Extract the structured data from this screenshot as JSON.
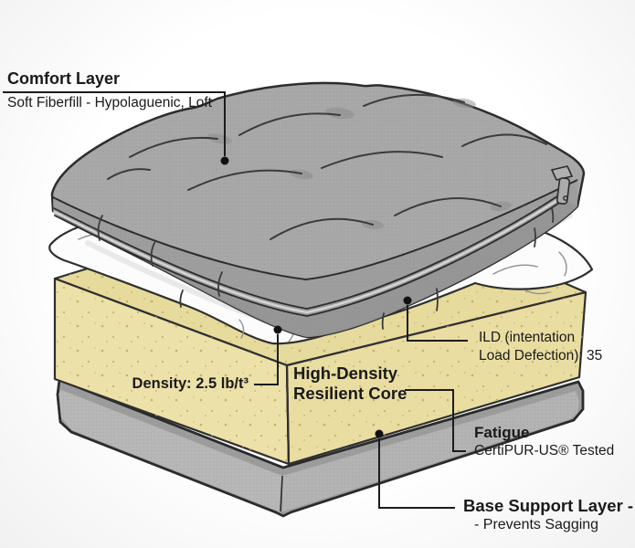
{
  "labels": {
    "comfort": {
      "title": "Comfort Layer",
      "subtitle": "Soft Fiberfill - Hypolaguenic, Loft"
    },
    "ild": {
      "line1": "ILD (intentation",
      "line2": "Load Defection): 35"
    },
    "density": {
      "text": "Density: 2.5 lb/t³"
    },
    "core": {
      "line1": "High-Density",
      "line2": "Resilient Core"
    },
    "fatigue": {
      "title": "Fatigue",
      "subtitle": "CertiPUR-US® Tested"
    },
    "base": {
      "title": "Base Support Layer -",
      "subtitle": "- Prevents Sagging"
    }
  },
  "colors": {
    "foam": "#ece1a8",
    "foam_top": "#e6da9c",
    "foam_right": "#e9dda2",
    "base_top": "#9c9c9c",
    "base_left": "#b7b7b7",
    "base_right": "#b3b3b3",
    "cushion": "#a8a8a8",
    "pillow": "#fcfcfc",
    "outline": "#2c2c2c",
    "leader": "#1c1c1c",
    "text": "#1a1a1a"
  }
}
